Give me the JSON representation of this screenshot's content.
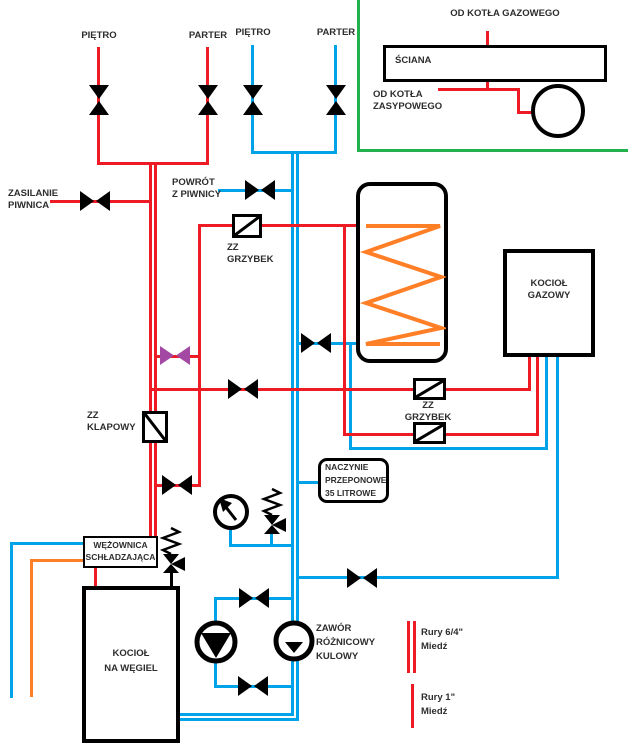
{
  "labels": {
    "floor_red": "PIĘTRO",
    "ground_red": "PARTER",
    "floor_blue": "PIĘTRO",
    "ground_blue": "PARTER",
    "supply": [
      "ZASILANIE",
      "PIWNICA"
    ],
    "return": [
      "POWRÓT",
      "Z PIWNICY"
    ],
    "zz_grzybek_top": [
      "ZZ",
      "GRZYBEK"
    ],
    "zz_grzybek_right": [
      "ZZ",
      "GRZYBEK"
    ],
    "zz_klapowy": [
      "ZZ",
      "KLAPOWY"
    ],
    "vessel": [
      "NACZYNIE",
      "PRZEPONOWE",
      "35 LITROWE"
    ],
    "cooling_coil": [
      "WĘŻOWNICA",
      "SCHŁADZAJĄCA"
    ],
    "gas_boiler": [
      "KOCIOŁ",
      "GAZOWY"
    ],
    "coal_boiler": [
      "KOCIOŁ",
      "NA WĘGIEL"
    ],
    "diff_valve": [
      "ZAWÓR",
      "RÓŻNICOWY",
      "KULOWY"
    ],
    "legend_64": [
      "Rury 6/4\"",
      "Miedź"
    ],
    "legend_1": [
      "Rury 1\"",
      "Miedź"
    ],
    "inset_gas": "OD KOTŁA GAZOWEGO",
    "inset_wall": "ŚCIANA",
    "inset_coal": [
      "OD KOTŁA",
      "ZASYPOWEGO"
    ]
  },
  "colors": {
    "supply_pipe": "#ed1c24",
    "return_pipe": "#00a2e8",
    "coil_pipe": "#ff7f27",
    "mixing_valve": "#a349a4",
    "inset_frame": "#22b14c",
    "symbol": "#000000"
  }
}
